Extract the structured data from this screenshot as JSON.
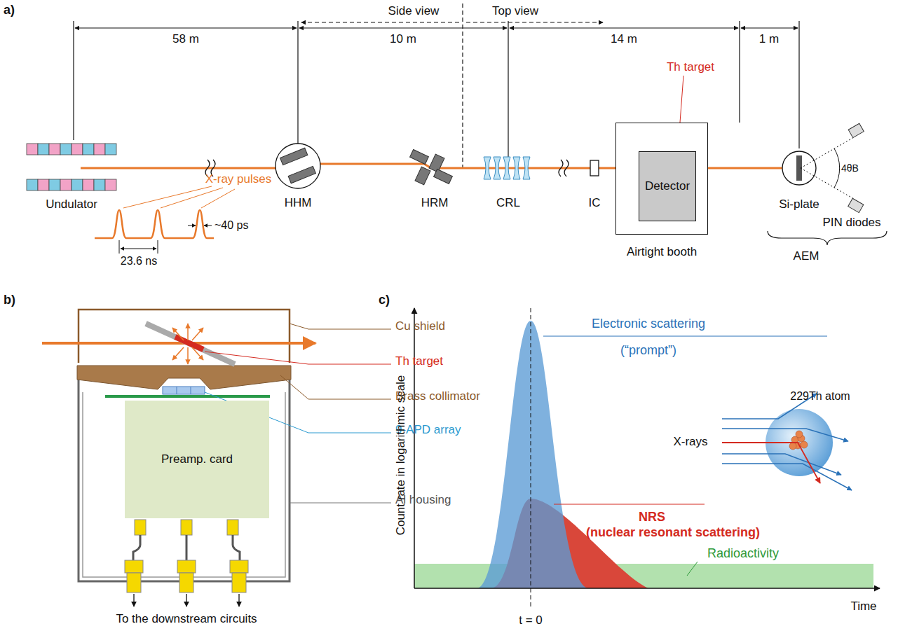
{
  "diagram": {
    "nodes": [
      {
        "text": [
          "Airtight booth"
        ]
      },
      {
        "text": [
          "Detector"
        ],
        "in": 0
      },
      {
        "text": [
          "Preamp. card"
        ]
      }
    ],
    "labels": [
      "a)",
      "Side view",
      "Top view",
      "58 m",
      "10 m",
      "14 m",
      "1 m",
      "Th target",
      "Undulator",
      "X-ray pulses",
      "~40 ps",
      "23.6 ns",
      "HHM",
      "HRM",
      "CRL",
      "IC",
      "Si-plate",
      "4θB",
      "PIN diodes",
      "AEM",
      "b)",
      "Cu shield",
      "Th target",
      "Brass collimator",
      "9-APD array",
      "Al housing",
      "To the downstream circuits",
      "c)",
      "Count rate in logarithmic scale",
      "Electronic scattering",
      "(“prompt”)",
      "229Th atom",
      "X-rays",
      "NRS",
      "(nuclear resonant scattering)",
      "Radioactivity",
      "t = 0",
      "Time"
    ]
  }
}
